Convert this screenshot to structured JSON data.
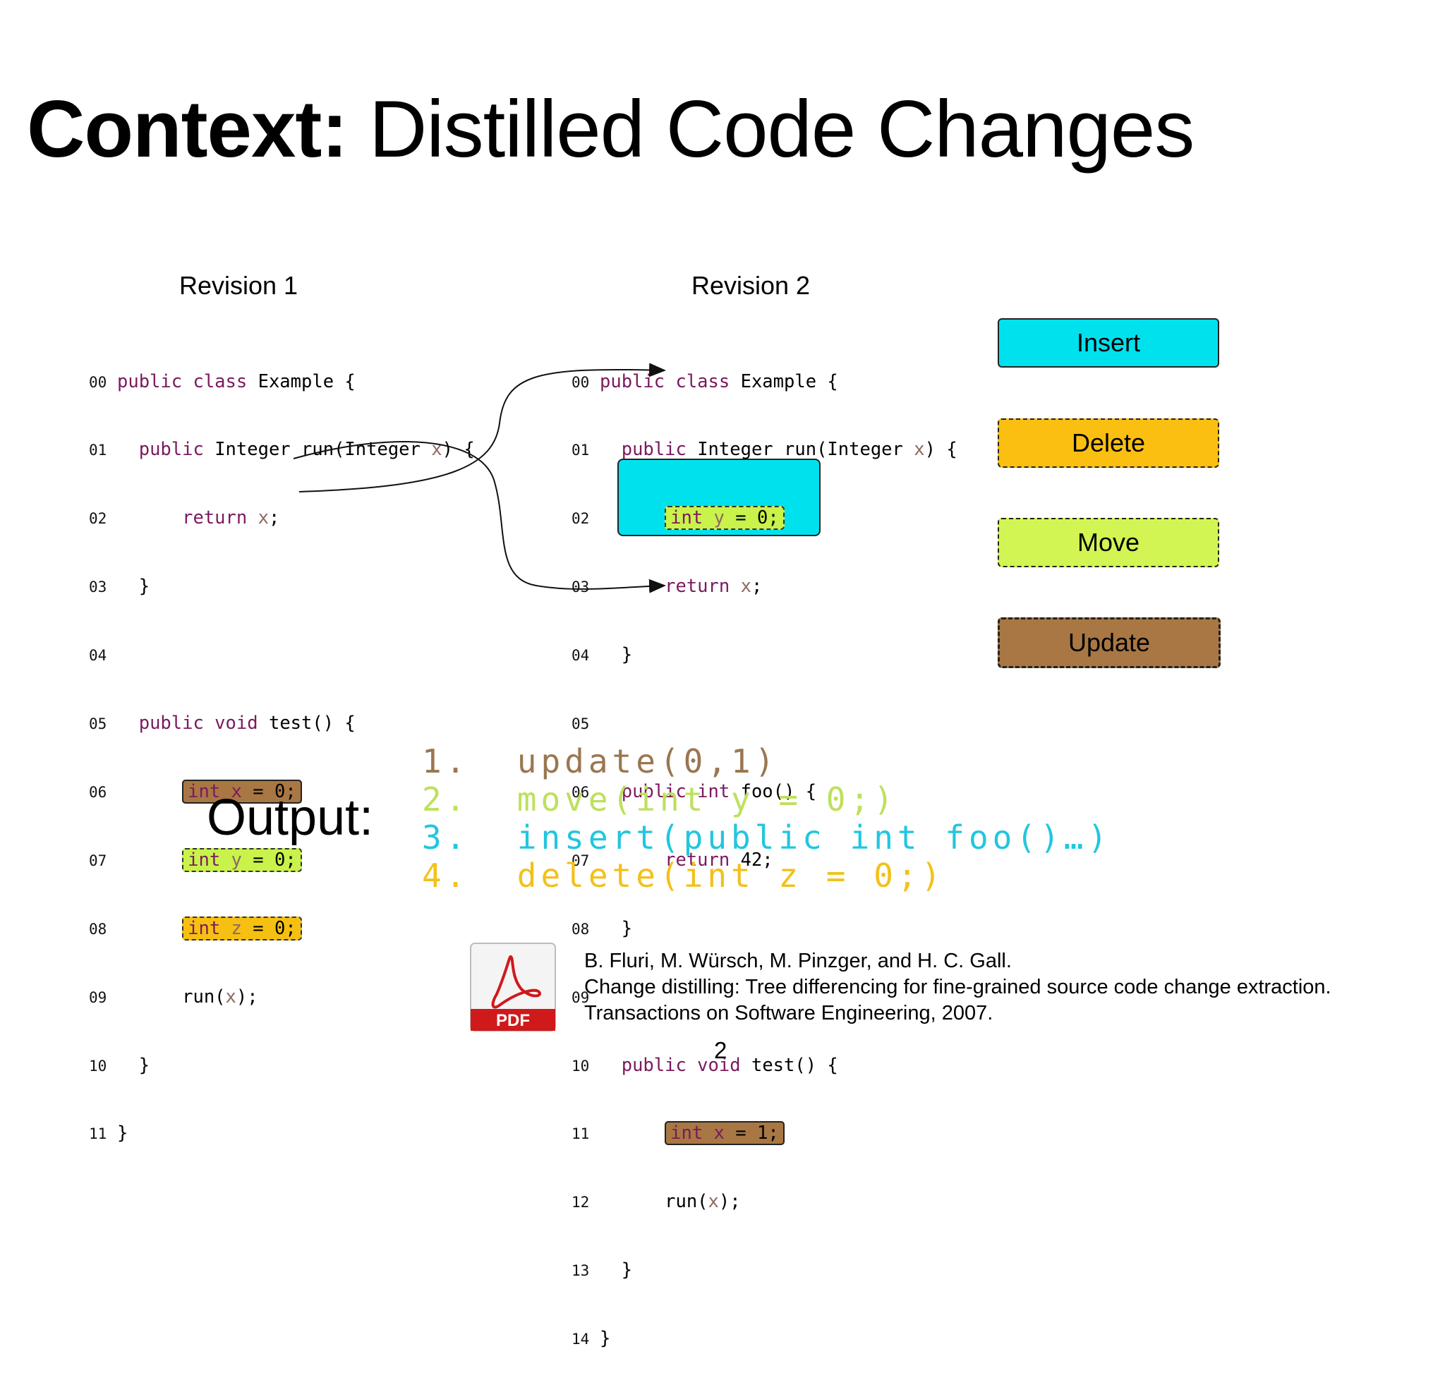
{
  "title": {
    "bold": "Context:",
    "rest": " Distilled Code Changes"
  },
  "revision1": {
    "label": "Revision 1",
    "line_numbers": [
      "00",
      "01",
      "02",
      "03",
      "04",
      "05",
      "06",
      "07",
      "08",
      "09",
      "10",
      "11"
    ]
  },
  "revision2": {
    "label": "Revision 2",
    "line_numbers": [
      "00",
      "01",
      "02",
      "03",
      "04",
      "05",
      "06",
      "07",
      "08",
      "09",
      "10",
      "11",
      "12",
      "13",
      "14"
    ]
  },
  "legend": {
    "insert": "Insert",
    "delete": "Delete",
    "move": "Move",
    "update": "Update"
  },
  "output": {
    "label": "Output:",
    "items": [
      {
        "num": "1.",
        "text": "update(0,1)",
        "color": "#9a7650"
      },
      {
        "num": "2.",
        "text": "move(int y = 0;)",
        "color": "#bde05c"
      },
      {
        "num": "3.",
        "text": "insert(public int foo()…)",
        "color": "#22c6de"
      },
      {
        "num": "4.",
        "text": "delete(int z = 0;)",
        "color": "#f2c11a"
      }
    ]
  },
  "reference": {
    "icon": "pdf-icon",
    "icon_label": "PDF",
    "lines": [
      "B. Fluri, M. Würsch, M. Pinzger, and H. C. Gall.",
      "Change distilling: Tree differencing for fine-grained source code change extraction.",
      "Transactions on Software Engineering, 2007."
    ]
  },
  "page_number": "2",
  "colors": {
    "insert": "#00e1ee",
    "delete": "#fbbf11",
    "move": "#d2f553",
    "update": "#a97743",
    "keyword": "#7a1a5e"
  }
}
